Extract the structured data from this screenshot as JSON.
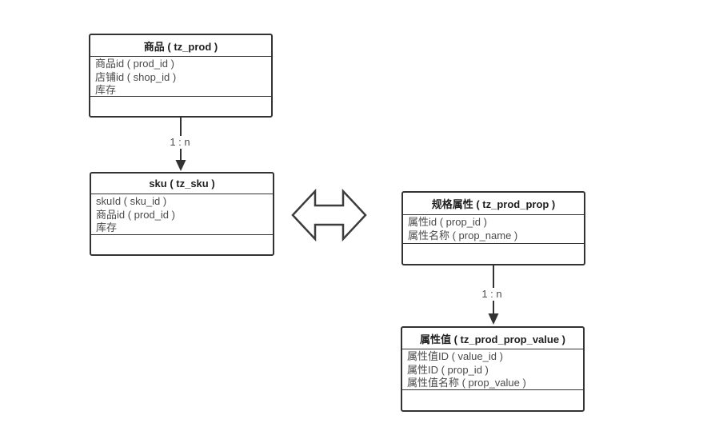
{
  "colors": {
    "border": "#333333",
    "title_text": "#1f1f1f",
    "field_text": "#4a4a4a",
    "label_text": "#4d4d4d",
    "background": "#ffffff",
    "arrow_fill": "#ffffff",
    "arrow_stroke": "#3d3d3d"
  },
  "tables": [
    {
      "name": "prod",
      "title": "商品 ( tz_prod )",
      "fields": [
        "商品id ( prod_id )",
        "店铺id ( shop_id )",
        "库存"
      ]
    },
    {
      "name": "sku",
      "title": "sku ( tz_sku )",
      "fields": [
        "skuId ( sku_id )",
        "商品id ( prod_id )",
        "库存"
      ]
    },
    {
      "name": "prod-prop",
      "title": "规格属性 ( tz_prod_prop )",
      "fields": [
        "属性id ( prop_id )",
        "属性名称 ( prop_name )"
      ]
    },
    {
      "name": "prod-prop-value",
      "title": "属性值 ( tz_prod_prop_value )",
      "fields": [
        "属性值ID ( value_id )",
        "属性ID ( prop_id )",
        "属性值名称 ( prop_value )"
      ]
    }
  ],
  "connectors": [
    {
      "from": "prod",
      "to": "sku",
      "label": "1 : n"
    },
    {
      "from": "prod-prop",
      "to": "prod-prop-value",
      "label": "1 : n"
    }
  ]
}
